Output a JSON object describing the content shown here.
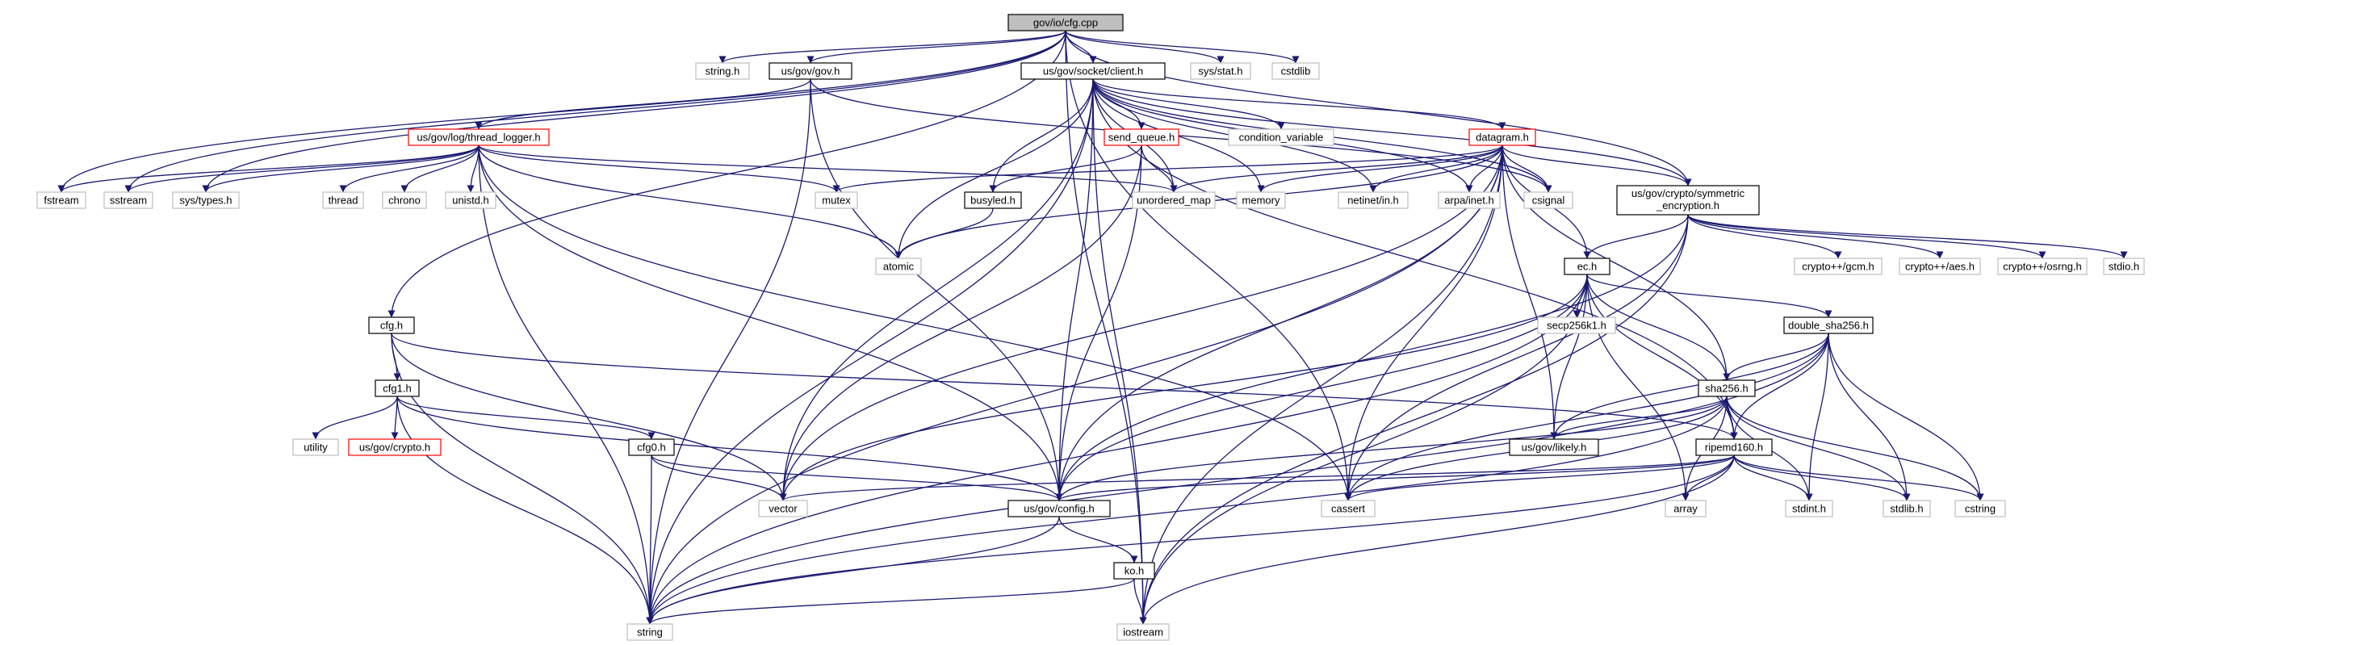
{
  "diagram": {
    "style": {
      "edge_color": "#191970",
      "documented_border": "#000000",
      "external_border": "#bfbfbf",
      "missing_border": "#ff0000",
      "root_fill": "#bfbfbf",
      "node_fill": "#ffffff",
      "external_text": "#333333"
    },
    "nodes": [
      {
        "id": "root",
        "label": "gov/io/cfg.cpp",
        "kind": "root"
      },
      {
        "id": "string_h",
        "label": "string.h",
        "kind": "external"
      },
      {
        "id": "govh",
        "label": "us/gov/gov.h",
        "kind": "documented"
      },
      {
        "id": "client",
        "label": "us/gov/socket/client.h",
        "kind": "documented"
      },
      {
        "id": "sysstat",
        "label": "sys/stat.h",
        "kind": "external"
      },
      {
        "id": "cstdlib",
        "label": "cstdlib",
        "kind": "external"
      },
      {
        "id": "tlogger",
        "label": "us/gov/log/thread_logger.h",
        "kind": "missing"
      },
      {
        "id": "sendq",
        "label": "send_queue.h",
        "kind": "missing"
      },
      {
        "id": "condvar",
        "label": "condition_variable",
        "kind": "external"
      },
      {
        "id": "datagram",
        "label": "datagram.h",
        "kind": "missing"
      },
      {
        "id": "fstream",
        "label": "fstream",
        "kind": "external"
      },
      {
        "id": "sstream",
        "label": "sstream",
        "kind": "external"
      },
      {
        "id": "systypes",
        "label": "sys/types.h",
        "kind": "external"
      },
      {
        "id": "thread",
        "label": "thread",
        "kind": "external"
      },
      {
        "id": "chrono",
        "label": "chrono",
        "kind": "external"
      },
      {
        "id": "unistd",
        "label": "unistd.h",
        "kind": "external"
      },
      {
        "id": "mutex",
        "label": "mutex",
        "kind": "external"
      },
      {
        "id": "busyled",
        "label": "busyled.h",
        "kind": "documented"
      },
      {
        "id": "umap",
        "label": "unordered_map",
        "kind": "external"
      },
      {
        "id": "memory",
        "label": "memory",
        "kind": "external"
      },
      {
        "id": "netinet",
        "label": "netinet/in.h",
        "kind": "external"
      },
      {
        "id": "arpa",
        "label": "arpa/inet.h",
        "kind": "external"
      },
      {
        "id": "csignal",
        "label": "csignal",
        "kind": "external"
      },
      {
        "id": "symenc",
        "label": "us/gov/crypto/symmetric\n_encryption.h",
        "kind": "documented"
      },
      {
        "id": "atomic",
        "label": "atomic",
        "kind": "external"
      },
      {
        "id": "ech",
        "label": "ec.h",
        "kind": "documented"
      },
      {
        "id": "gcm",
        "label": "crypto++/gcm.h",
        "kind": "external"
      },
      {
        "id": "aes",
        "label": "crypto++/aes.h",
        "kind": "external"
      },
      {
        "id": "osrng",
        "label": "crypto++/osrng.h",
        "kind": "external"
      },
      {
        "id": "stdio",
        "label": "stdio.h",
        "kind": "external"
      },
      {
        "id": "secp",
        "label": "secp256k1.h",
        "kind": "external"
      },
      {
        "id": "dsha",
        "label": "double_sha256.h",
        "kind": "documented"
      },
      {
        "id": "cfgh",
        "label": "cfg.h",
        "kind": "documented"
      },
      {
        "id": "sha256",
        "label": "sha256.h",
        "kind": "documented"
      },
      {
        "id": "cfg1",
        "label": "cfg1.h",
        "kind": "documented"
      },
      {
        "id": "likely",
        "label": "us/gov/likely.h",
        "kind": "documented"
      },
      {
        "id": "utility",
        "label": "utility",
        "kind": "external"
      },
      {
        "id": "govcrypto",
        "label": "us/gov/crypto.h",
        "kind": "missing"
      },
      {
        "id": "cfg0",
        "label": "cfg0.h",
        "kind": "documented"
      },
      {
        "id": "ripemd",
        "label": "ripemd160.h",
        "kind": "documented"
      },
      {
        "id": "vector",
        "label": "vector",
        "kind": "external"
      },
      {
        "id": "config",
        "label": "us/gov/config.h",
        "kind": "documented"
      },
      {
        "id": "cassert",
        "label": "cassert",
        "kind": "external"
      },
      {
        "id": "array",
        "label": "array",
        "kind": "external"
      },
      {
        "id": "stdint",
        "label": "stdint.h",
        "kind": "external"
      },
      {
        "id": "stdlib",
        "label": "stdlib.h",
        "kind": "external"
      },
      {
        "id": "cstring",
        "label": "cstring",
        "kind": "external"
      },
      {
        "id": "koh",
        "label": "ko.h",
        "kind": "documented"
      },
      {
        "id": "string",
        "label": "string",
        "kind": "external"
      },
      {
        "id": "iostream",
        "label": "iostream",
        "kind": "external"
      }
    ],
    "edges": [
      [
        "root",
        "string_h"
      ],
      [
        "root",
        "govh"
      ],
      [
        "root",
        "client"
      ],
      [
        "root",
        "sysstat"
      ],
      [
        "root",
        "cstdlib"
      ],
      [
        "root",
        "fstream"
      ],
      [
        "root",
        "sstream"
      ],
      [
        "root",
        "systypes"
      ],
      [
        "root",
        "symenc"
      ],
      [
        "root",
        "cfgh"
      ],
      [
        "root",
        "cassert"
      ],
      [
        "root",
        "iostream"
      ],
      [
        "govh",
        "tlogger"
      ],
      [
        "govh",
        "config"
      ],
      [
        "govh",
        "string"
      ],
      [
        "govh",
        "csignal"
      ],
      [
        "tlogger",
        "fstream"
      ],
      [
        "tlogger",
        "sstream"
      ],
      [
        "tlogger",
        "systypes"
      ],
      [
        "tlogger",
        "thread"
      ],
      [
        "tlogger",
        "chrono"
      ],
      [
        "tlogger",
        "unistd"
      ],
      [
        "tlogger",
        "mutex"
      ],
      [
        "tlogger",
        "umap"
      ],
      [
        "tlogger",
        "atomic"
      ],
      [
        "tlogger",
        "config"
      ],
      [
        "tlogger",
        "cassert"
      ],
      [
        "tlogger",
        "string"
      ],
      [
        "client",
        "sendq"
      ],
      [
        "client",
        "condvar"
      ],
      [
        "client",
        "datagram"
      ],
      [
        "client",
        "busyled"
      ],
      [
        "client",
        "umap"
      ],
      [
        "client",
        "memory"
      ],
      [
        "client",
        "netinet"
      ],
      [
        "client",
        "arpa"
      ],
      [
        "client",
        "csignal"
      ],
      [
        "client",
        "symenc"
      ],
      [
        "client",
        "atomic"
      ],
      [
        "client",
        "vector"
      ],
      [
        "client",
        "config"
      ],
      [
        "client",
        "string"
      ],
      [
        "client",
        "iostream"
      ],
      [
        "client",
        "ripemd"
      ],
      [
        "sendq",
        "busyled"
      ],
      [
        "sendq",
        "umap"
      ],
      [
        "sendq",
        "vector"
      ],
      [
        "sendq",
        "config"
      ],
      [
        "busyled",
        "atomic"
      ],
      [
        "datagram",
        "mutex"
      ],
      [
        "datagram",
        "umap"
      ],
      [
        "datagram",
        "memory"
      ],
      [
        "datagram",
        "netinet"
      ],
      [
        "datagram",
        "arpa"
      ],
      [
        "datagram",
        "csignal"
      ],
      [
        "datagram",
        "symenc"
      ],
      [
        "datagram",
        "atomic"
      ],
      [
        "datagram",
        "ech"
      ],
      [
        "datagram",
        "sha256"
      ],
      [
        "datagram",
        "likely"
      ],
      [
        "datagram",
        "vector"
      ],
      [
        "datagram",
        "config"
      ],
      [
        "datagram",
        "cassert"
      ],
      [
        "datagram",
        "string"
      ],
      [
        "datagram",
        "iostream"
      ],
      [
        "symenc",
        "ech"
      ],
      [
        "symenc",
        "gcm"
      ],
      [
        "symenc",
        "aes"
      ],
      [
        "symenc",
        "osrng"
      ],
      [
        "symenc",
        "stdio"
      ],
      [
        "symenc",
        "iostream"
      ],
      [
        "symenc",
        "cassert"
      ],
      [
        "symenc",
        "config"
      ],
      [
        "ech",
        "secp"
      ],
      [
        "ech",
        "dsha"
      ],
      [
        "ech",
        "sha256"
      ],
      [
        "ech",
        "likely"
      ],
      [
        "ech",
        "ripemd"
      ],
      [
        "ech",
        "array"
      ],
      [
        "ech",
        "vector"
      ],
      [
        "ech",
        "config"
      ],
      [
        "ech",
        "string"
      ],
      [
        "ech",
        "iostream"
      ],
      [
        "dsha",
        "sha256"
      ],
      [
        "dsha",
        "ripemd"
      ],
      [
        "dsha",
        "likely"
      ],
      [
        "dsha",
        "stdint"
      ],
      [
        "dsha",
        "stdlib"
      ],
      [
        "dsha",
        "cstring"
      ],
      [
        "dsha",
        "cassert"
      ],
      [
        "dsha",
        "string"
      ],
      [
        "sha256",
        "likely"
      ],
      [
        "sha256",
        "ripemd"
      ],
      [
        "sha256",
        "array"
      ],
      [
        "sha256",
        "stdint"
      ],
      [
        "sha256",
        "stdlib"
      ],
      [
        "sha256",
        "cstring"
      ],
      [
        "sha256",
        "cassert"
      ],
      [
        "sha256",
        "config"
      ],
      [
        "sha256",
        "string"
      ],
      [
        "ripemd",
        "vector"
      ],
      [
        "ripemd",
        "config"
      ],
      [
        "ripemd",
        "cassert"
      ],
      [
        "ripemd",
        "array"
      ],
      [
        "ripemd",
        "stdint"
      ],
      [
        "ripemd",
        "stdlib"
      ],
      [
        "ripemd",
        "cstring"
      ],
      [
        "ripemd",
        "iostream"
      ],
      [
        "ripemd",
        "string"
      ],
      [
        "cfgh",
        "cfg1"
      ],
      [
        "cfgh",
        "vector"
      ],
      [
        "cfgh",
        "string"
      ],
      [
        "cfgh",
        "ripemd"
      ],
      [
        "cfg1",
        "utility"
      ],
      [
        "cfg1",
        "govcrypto"
      ],
      [
        "cfg1",
        "cfg0"
      ],
      [
        "cfg1",
        "config"
      ],
      [
        "cfg1",
        "string"
      ],
      [
        "cfg0",
        "vector"
      ],
      [
        "cfg0",
        "config"
      ],
      [
        "cfg0",
        "string"
      ],
      [
        "config",
        "koh"
      ],
      [
        "config",
        "string"
      ],
      [
        "koh",
        "string"
      ],
      [
        "koh",
        "iostream"
      ]
    ]
  }
}
